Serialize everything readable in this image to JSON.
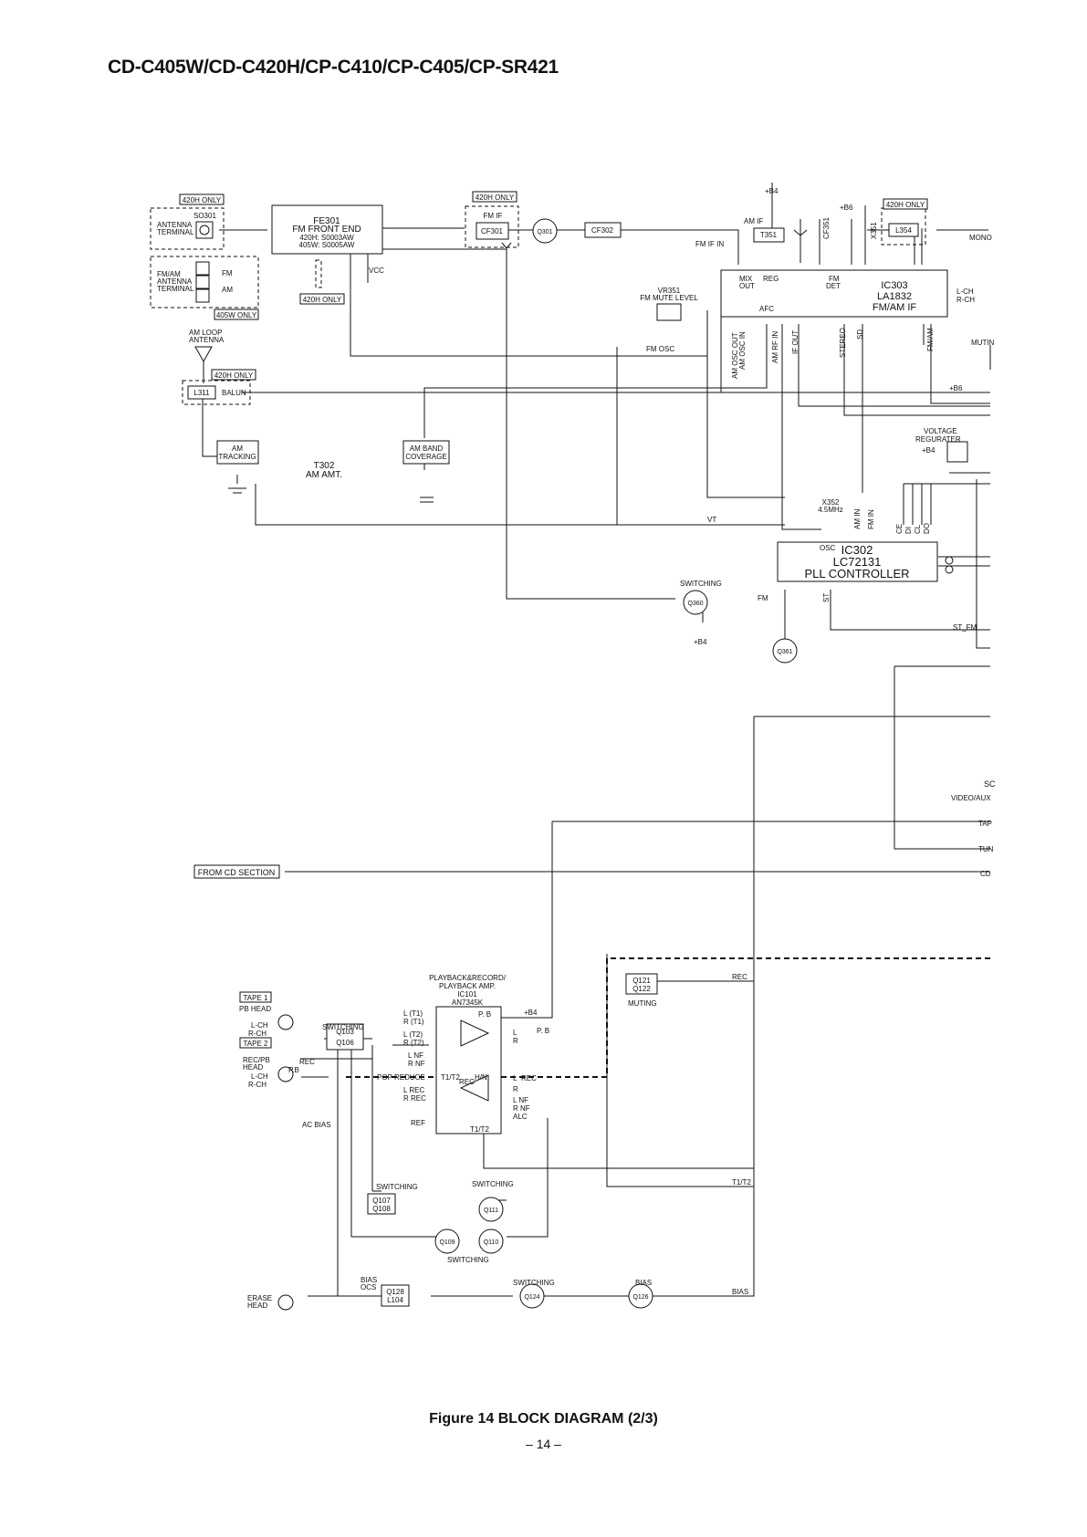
{
  "header": {
    "title": "CD-C405W/CD-C420H/CP-C410/CP-C405/CP-SR421"
  },
  "caption": {
    "figure": "Figure 14 BLOCK DIAGRAM (2/3)",
    "page": "– 14 –"
  },
  "diagram": {
    "blocks": [
      {
        "id": "fe301",
        "lines": [
          "FE301",
          "FM FRONT END"
        ],
        "sub": [
          "420H: S0003AW",
          "405W: S0005AW"
        ]
      },
      {
        "id": "cf301",
        "lines": [
          "CF301"
        ]
      },
      {
        "id": "cf302",
        "lines": [
          "CF302"
        ]
      },
      {
        "id": "t351",
        "lines": [
          "T351"
        ]
      },
      {
        "id": "l354",
        "lines": [
          "L354"
        ]
      },
      {
        "id": "ic303",
        "lines": [
          "IC303",
          "LA1832",
          "FM/AM IF"
        ]
      },
      {
        "id": "ic302",
        "lines": [
          "IC302",
          "LC72131",
          "PLL CONTROLLER"
        ]
      },
      {
        "id": "l311",
        "lines": [
          "L311"
        ]
      },
      {
        "id": "amtrk",
        "lines": [
          "AM",
          "TRACKING"
        ]
      },
      {
        "id": "amband",
        "lines": [
          "AM BAND",
          "COVERAGE"
        ]
      },
      {
        "id": "q103",
        "lines": [
          "Q103",
          "Q106"
        ]
      },
      {
        "id": "q121",
        "lines": [
          "Q121",
          "Q122"
        ]
      },
      {
        "id": "q107",
        "lines": [
          "Q107",
          "Q108"
        ]
      },
      {
        "id": "q128",
        "lines": [
          "Q128",
          "L104"
        ]
      }
    ],
    "transistors": [
      "Q301",
      "Q360",
      "Q361",
      "Q111",
      "Q109",
      "Q110",
      "Q124",
      "Q126"
    ],
    "tags": [
      "420H ONLY",
      "405W ONLY",
      "TAPE 1",
      "TAPE 2",
      "FROM CD SECTION"
    ],
    "labels": {
      "antenna_terminal": [
        "ANTENNA",
        "TERMINAL"
      ],
      "so301": "SO301",
      "fmam_antenna": [
        "FM/AM",
        "ANTENNA",
        "TERMINAL"
      ],
      "fm": "FM",
      "am": "AM",
      "vcc": "VCC",
      "am_loop": [
        "AM LOOP",
        "ANTENNA"
      ],
      "balun": "BALUN",
      "t302": [
        "T302",
        "AM AMT."
      ],
      "fm_if": "FM IF",
      "am_if": "AM IF",
      "fm_if_in": "FM IF IN",
      "b4": "+B4",
      "b6": "+B6",
      "cf351": "CF351",
      "x351": "X351",
      "mono": "MONO",
      "mix_out": [
        "MIX",
        "OUT"
      ],
      "reg": "REG",
      "fm_det": [
        "FM",
        "DET"
      ],
      "afc": "AFC",
      "lch": "L-CH",
      "rch": "R-CH",
      "vr351": [
        "VR351",
        "FM MUTE LEVEL"
      ],
      "fm_osc": "FM OSC",
      "am_osc_out": "AM OSC OUT",
      "am_osc_in": "AM OSC IN",
      "am_rf_in": "AM RF IN",
      "if_out": "IF OUT",
      "stereo": "STEREO",
      "sd": "SD",
      "fmam": "FM/AM",
      "mutin": "MUTIN",
      "voltage_reg": [
        "VOLTAGE",
        "REGURATER"
      ],
      "x352": [
        "X352",
        "4.5MHz"
      ],
      "am_in": "AM IN",
      "fm_in": "FM IN",
      "ce": "CE",
      "di": "DI",
      "cl": "CL",
      "do": "DO",
      "osc": "OSC",
      "vt": "VT",
      "switching": "SWITCHING",
      "fm_out": "FM",
      "st": "ST",
      "st_fm": "ST_FM",
      "sc": "SC",
      "video_aux": "VIDEO/AUX",
      "tap": "TAP",
      "tun": "TUN",
      "cd": "CD",
      "ic101": [
        "PLAYBACK&RECORD/",
        "PLAYBACK AMP.",
        "IC101",
        "AN7345K"
      ],
      "pb_head": "PB HEAD",
      "l_ch": "L-CH",
      "r_ch": "R-CH",
      "recpb": [
        "REC/PB",
        "HEAD"
      ],
      "rec": "REC",
      "pb": "P.B",
      "pb2": "P. B",
      "p_b": "P. B",
      "lt1": "L (T1)",
      "rt1": "R (T1)",
      "lt2": "L (T2)",
      "rt2": "R (T2)",
      "lnf": "L NF",
      "rnf": "R NF",
      "pop": "POP REDUCE",
      "t1t2": "T1/T2",
      "hn": "H/N",
      "lrec": "L REC",
      "rrec": "R REC",
      "ref": "REF",
      "alc": "ALC",
      "l": "L",
      "r": "R",
      "muting": "MUTING",
      "rec_bar": "REC",
      "t1t2_bar": "T1/T2",
      "ac_bias": "AC BIAS",
      "bias_ocs": [
        "BIAS",
        "OCS"
      ],
      "bias": "BIAS",
      "erase": [
        "ERASE",
        "HEAD"
      ]
    }
  }
}
